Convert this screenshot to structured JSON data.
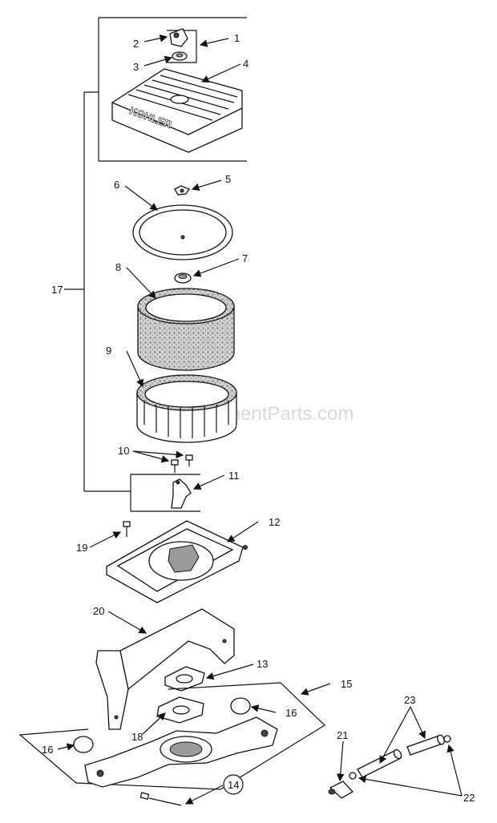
{
  "watermark": "eReplacementParts.com",
  "brand_text": "KOHLER",
  "callouts": [
    "1",
    "2",
    "3",
    "4",
    "5",
    "6",
    "7",
    "8",
    "9",
    "10",
    "11",
    "12",
    "13",
    "14",
    "15",
    "16",
    "16",
    "17",
    "18",
    "19",
    "20",
    "21",
    "22",
    "23"
  ]
}
